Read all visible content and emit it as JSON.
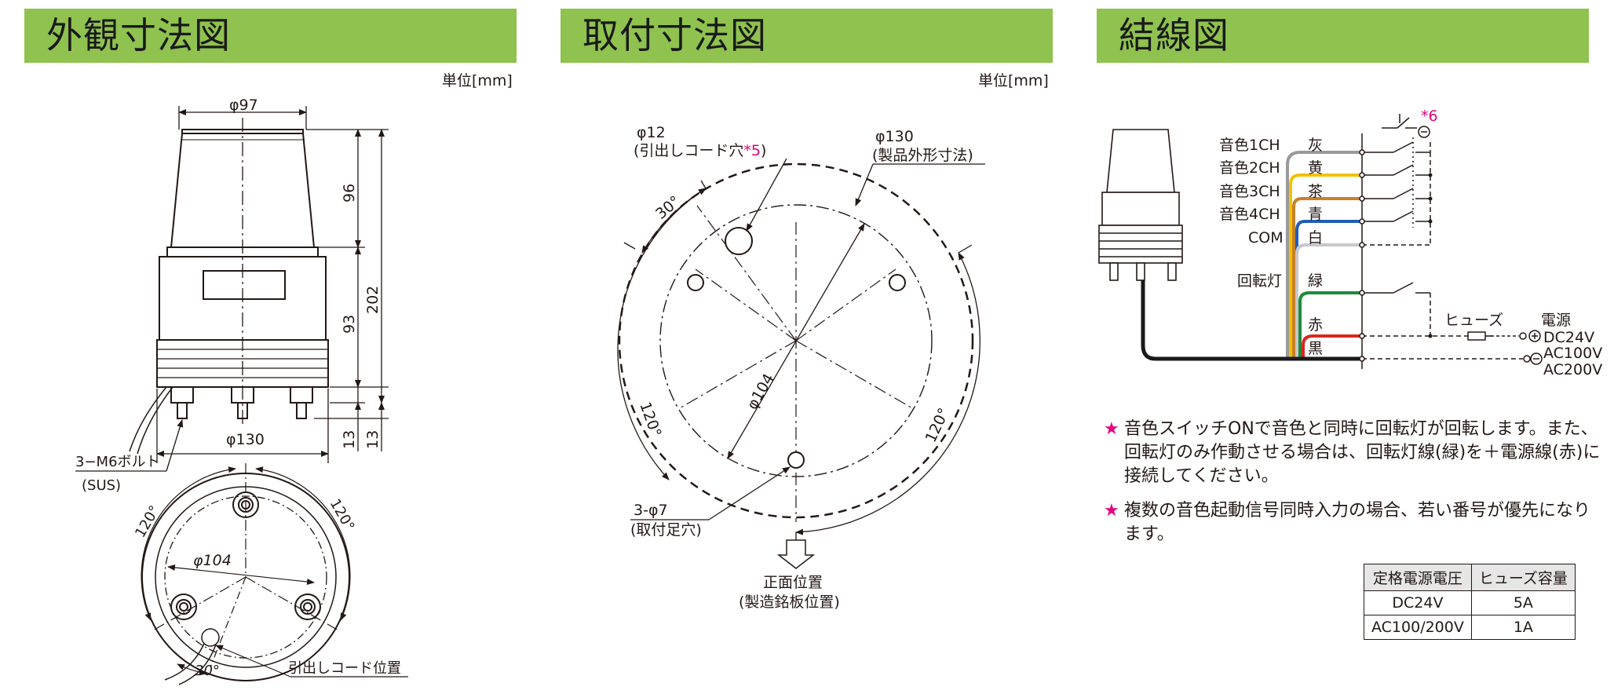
{
  "headers": {
    "external": "外観寸法図",
    "mounting": "取付寸法図",
    "wiring": "結線図"
  },
  "unit_label": "単位[mm]",
  "external": {
    "phi97": "φ97",
    "dim96": "96",
    "dim93": "93",
    "dim202": "202",
    "dim13a": "13",
    "dim13b": "13",
    "phi130": "φ130",
    "bolt": "3−M6ボルト",
    "sus": "(SUS)",
    "angle120_left": "120°",
    "angle120_right": "120°",
    "phi104": "φ104",
    "angle30": "30°",
    "cord_position": "引出しコード位置"
  },
  "mounting": {
    "phi12": "φ12",
    "cord_hole": "(引出しコード穴",
    "cord_hole_note": "*5",
    "cord_hole_close": ")",
    "phi130": "φ130",
    "outer_dim": "(製品外形寸法)",
    "angle30": "30°",
    "phi104": "φ104",
    "angle120_left": "120°",
    "angle120_right": "120°",
    "foot_hole": "3-φ7",
    "foot_hole_label": "(取付足穴)",
    "front": "正面位置",
    "front_sub": "(製造銘板位置)"
  },
  "wiring": {
    "switch_note": "*6",
    "channels": [
      {
        "label": "音色1CH",
        "wire": "灰",
        "color": "#9a9a9a"
      },
      {
        "label": "音色2CH",
        "wire": "黄",
        "color": "#f2c200"
      },
      {
        "label": "音色3CH",
        "wire": "茶",
        "color": "#c9802a"
      },
      {
        "label": "音色4CH",
        "wire": "青",
        "color": "#1f5fb4"
      },
      {
        "label": "COM",
        "wire": "白",
        "color": "#c8c8c8"
      }
    ],
    "rotary_label": "回転灯",
    "rotary_wire": "緑",
    "rotary_color": "#1f8a3a",
    "red_wire": "赤",
    "red_color": "#d8261d",
    "black_wire": "黒",
    "black_color": "#1a1a1a",
    "fuse": "ヒューズ",
    "power": "電源",
    "dc24": "DC24V",
    "ac100": "AC100V",
    "ac200": "AC200V"
  },
  "notes": [
    "音色スイッチONで音色と同時に回転灯が回転します。また、回転灯のみ作動させる場合は、回転灯線(緑)を＋電源線(赤)に接続してください。",
    "複数の音色起動信号同時入力の場合、若い番号が優先になります。"
  ],
  "note_star": "★",
  "fuse_table": {
    "headers": [
      "定格電源電圧",
      "ヒューズ容量"
    ],
    "rows": [
      [
        "DC24V",
        "5A"
      ],
      [
        "AC100/200V",
        "1A"
      ]
    ]
  }
}
